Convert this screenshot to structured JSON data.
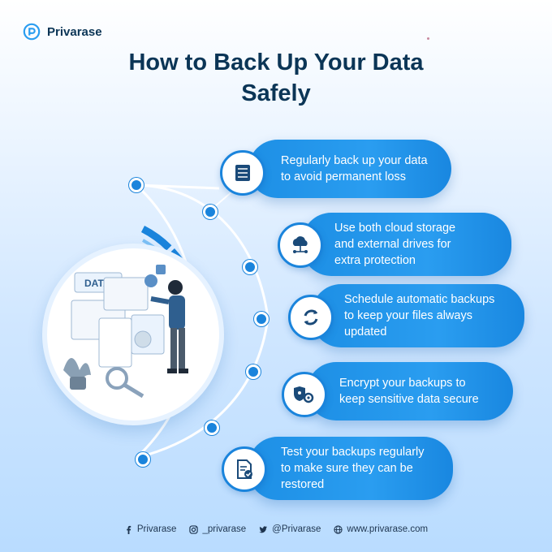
{
  "brand": {
    "name": "Privarase"
  },
  "title": {
    "line1": "How to Back Up Your Data",
    "line2": "Safely"
  },
  "illustration": {
    "label": "DATA"
  },
  "steps": [
    {
      "icon": "server-list-icon",
      "lines": [
        "Regularly back up your data",
        "to avoid permanent loss"
      ]
    },
    {
      "icon": "cloud-network-icon",
      "lines": [
        "Use both cloud storage",
        "and external drives for",
        "extra protection"
      ]
    },
    {
      "icon": "sync-arrows-icon",
      "lines": [
        "Schedule automatic backups",
        "to keep your files always",
        "updated"
      ]
    },
    {
      "icon": "shield-gears-icon",
      "lines": [
        "Encrypt your backups to",
        "keep sensitive data secure"
      ]
    },
    {
      "icon": "document-check-icon",
      "lines": [
        "Test your backups regularly",
        "to make sure they can be",
        "restored"
      ]
    }
  ],
  "footer": [
    {
      "icon": "facebook-icon",
      "text": "Privarase"
    },
    {
      "icon": "instagram-icon",
      "text": "_privarase"
    },
    {
      "icon": "twitter-icon",
      "text": "@Privarase"
    },
    {
      "icon": "globe-icon",
      "text": "www.privarase.com"
    }
  ],
  "colors": {
    "primary": "#1a84dc",
    "dark": "#0b3556",
    "card": "#2a9df0"
  }
}
